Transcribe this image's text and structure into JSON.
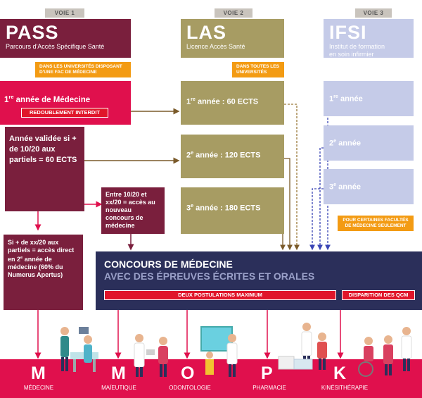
{
  "voies": {
    "v1": "VOIE 1",
    "v2": "VOIE 2",
    "v3": "VOIE 3"
  },
  "pass": {
    "title": "PASS",
    "subtitle": "Parcours d'Accès Spécifique Santé",
    "note": "DANS LES UNIVERSITÉS DISPOSANT D'UNE FAC DE MÉDECINE",
    "year1": "1re année de Médecine",
    "redoublement": "REDOUBLEMENT INTERDIT",
    "validated": "Année validée si + de 10/20 aux partiels = 60 ECTS",
    "entre": "Entre 10/20 et xx/20 = accès au nouveau concours de médecine",
    "direct": "Si + de xx/20 aux partiels = accès direct en 2e année de médecine (60% du Numerus Apertus)"
  },
  "las": {
    "title": "LAS",
    "subtitle": "Licence Accès Santé",
    "note": "DANS TOUTES LES UNIVERSITÉS",
    "year1": "1re année : 60 ECTS",
    "year2": "2e année : 120 ECTS",
    "year3": "3e année : 180 ECTS"
  },
  "ifsi": {
    "title": "IFSI",
    "subtitle": "Institut de formation en soin infirmier",
    "year1": "1re année",
    "year2": "2e année",
    "year3": "3e année",
    "note": "POUR CERTAINES FACULTÉS DE MÉDECINE SEULEMENT"
  },
  "concours": {
    "title": "CONCOURS DE MÉDECINE",
    "subtitle": "AVEC DES ÉPREUVES ÉCRITES ET ORALES",
    "postulations": "DEUX POSTULATIONS MAXIMUM",
    "qcm": "DISPARITION DES QCM"
  },
  "professions": [
    {
      "letter": "M",
      "name": "MÉDECINE"
    },
    {
      "letter": "M",
      "name": "MAÏEUTIQUE"
    },
    {
      "letter": "O",
      "name": "ODONTOLOGIE"
    },
    {
      "letter": "P",
      "name": "PHARMACIE"
    },
    {
      "letter": "K",
      "name": "KINÉSITHÉRAPIE"
    }
  ],
  "colors": {
    "maroon": "#7a1f3d",
    "pink": "#e0104d",
    "olive": "#a79c63",
    "lavender": "#c5cbe8",
    "navy": "#2b2f5a",
    "orange": "#f39b13"
  }
}
